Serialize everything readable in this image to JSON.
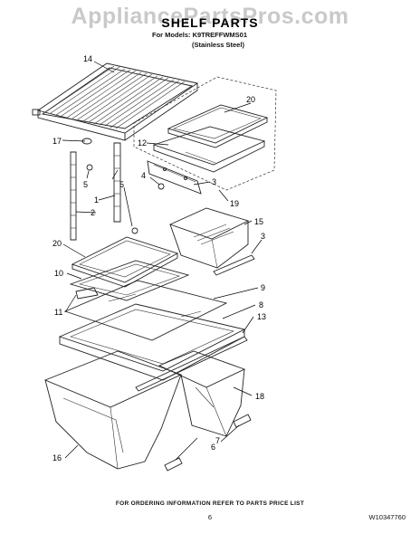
{
  "header": {
    "watermark": "AppliancePartsPros.com",
    "title": "SHELF PARTS",
    "models_line": "For Models: K9TREFFWMS01",
    "variant": "(Stainless Steel)"
  },
  "callouts": {
    "c14": "14",
    "c20a": "20",
    "c12": "12",
    "c4": "4",
    "c3a": "3",
    "c19": "19",
    "c17": "17",
    "c5a": "5",
    "c5b": "5",
    "c1": "1",
    "c2": "2",
    "c15": "15",
    "c3b": "3",
    "c20b": "20",
    "c10": "10",
    "c9": "9",
    "c11": "11",
    "c8": "8",
    "c13": "13",
    "c18": "18",
    "c7": "7",
    "c6": "6",
    "c16": "16"
  },
  "footer": {
    "note": "FOR ORDERING INFORMATION REFER TO PARTS PRICE LIST",
    "page": "6",
    "doc_number": "W10347760"
  }
}
